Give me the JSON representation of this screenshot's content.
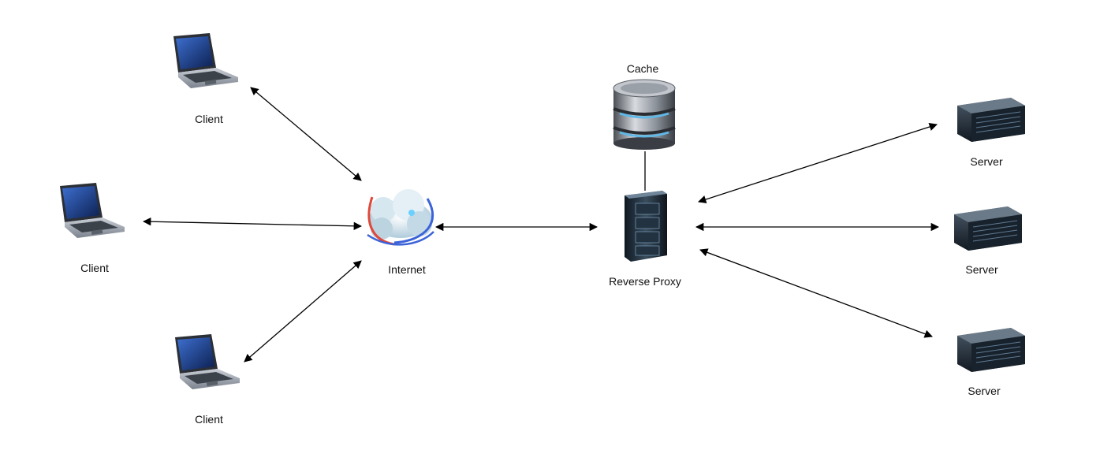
{
  "diagram": {
    "nodes": [
      {
        "id": "client-top",
        "label": "Client",
        "icon": "laptop-icon"
      },
      {
        "id": "client-mid",
        "label": "Client",
        "icon": "laptop-icon"
      },
      {
        "id": "client-bottom",
        "label": "Client",
        "icon": "laptop-icon"
      },
      {
        "id": "internet",
        "label": "Internet",
        "icon": "cloud-globe-icon"
      },
      {
        "id": "cache",
        "label": "Cache",
        "icon": "database-icon"
      },
      {
        "id": "reverse-proxy",
        "label": "Reverse Proxy",
        "icon": "server-rack-icon"
      },
      {
        "id": "server-top",
        "label": "Server",
        "icon": "server-chassis-icon"
      },
      {
        "id": "server-mid",
        "label": "Server",
        "icon": "server-chassis-icon"
      },
      {
        "id": "server-bottom",
        "label": "Server",
        "icon": "server-chassis-icon"
      }
    ],
    "edges": [
      {
        "from": "client-top",
        "to": "internet",
        "arrows": "both"
      },
      {
        "from": "client-mid",
        "to": "internet",
        "arrows": "both"
      },
      {
        "from": "client-bottom",
        "to": "internet",
        "arrows": "both"
      },
      {
        "from": "internet",
        "to": "reverse-proxy",
        "arrows": "both"
      },
      {
        "from": "cache",
        "to": "reverse-proxy",
        "arrows": "none"
      },
      {
        "from": "reverse-proxy",
        "to": "server-top",
        "arrows": "both"
      },
      {
        "from": "reverse-proxy",
        "to": "server-mid",
        "arrows": "both"
      },
      {
        "from": "reverse-proxy",
        "to": "server-bottom",
        "arrows": "both"
      }
    ]
  },
  "colors": {
    "edge": "#000000",
    "laptop_screen": "#1d3f8a",
    "server_body": "#1b2530",
    "db_band": "#5fb8e6"
  }
}
